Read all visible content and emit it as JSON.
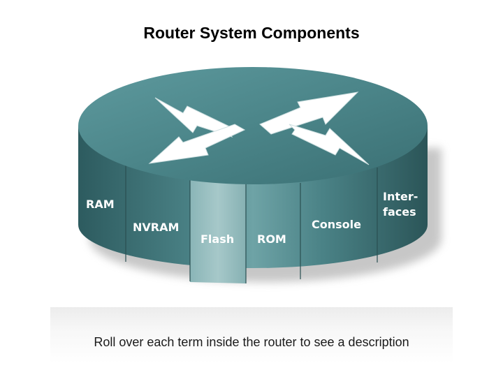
{
  "title": "Router System Components",
  "components": [
    {
      "id": "ram",
      "label": "RAM"
    },
    {
      "id": "nvram",
      "label": "NVRAM"
    },
    {
      "id": "flash",
      "label": "Flash"
    },
    {
      "id": "rom",
      "label": "ROM"
    },
    {
      "id": "console",
      "label": "Console"
    },
    {
      "id": "interfaces",
      "label_line1": "Inter-",
      "label_line2": "faces"
    }
  ],
  "instruction": "Roll over each term inside the router to see a description",
  "colors": {
    "router_dark": "#2f5f63",
    "router_mid": "#4f8a8f",
    "router_light": "#7fb1b4",
    "flash_highlight": "#8fb9bb",
    "arrow": "#ffffff"
  }
}
